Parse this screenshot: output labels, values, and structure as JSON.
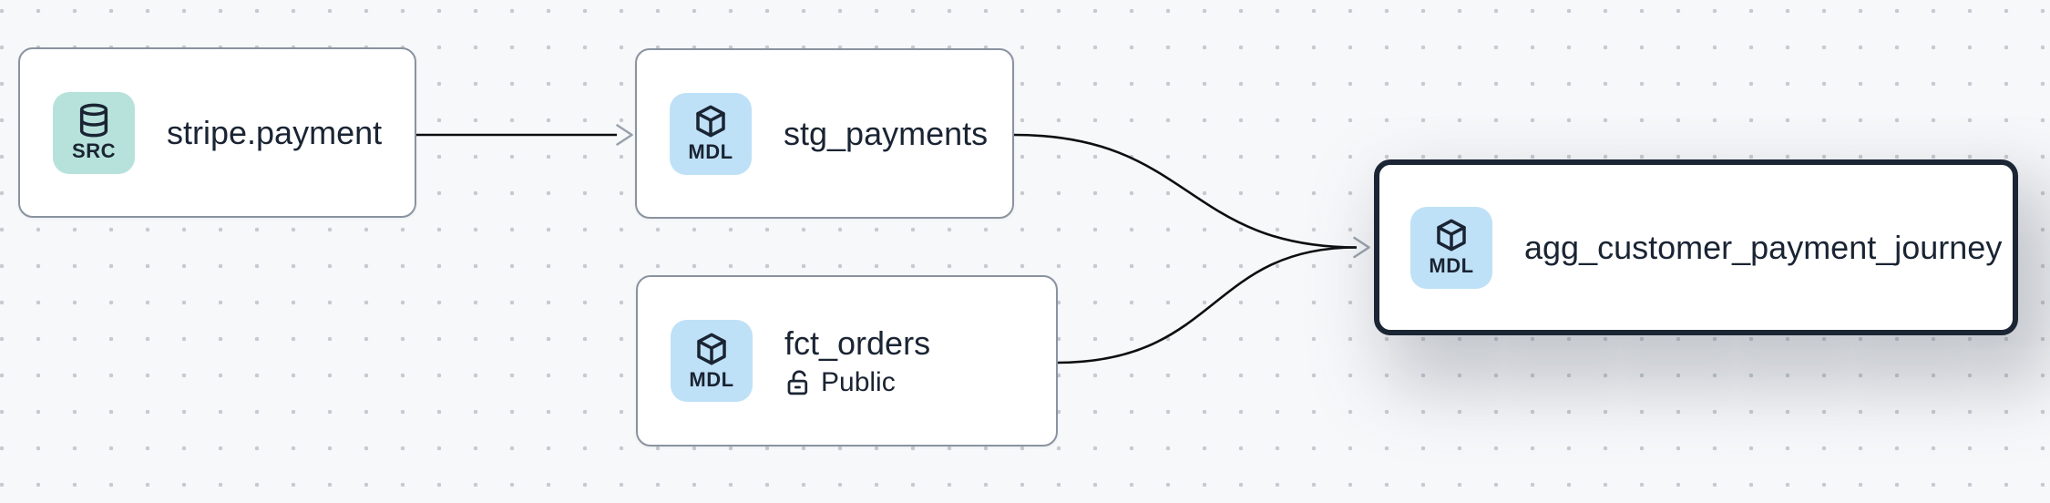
{
  "canvas": {
    "background_color": "#f7f8fa",
    "dot_grid_color": "#c7cad1",
    "edge_color": "#0c0e10",
    "arrowhead_color": "#98a1ab",
    "node_border_color": "#8a93a0",
    "selected_node_border_color": "#1b2533",
    "text_color": "#1a2433",
    "source_badge_color": "#b7e2db",
    "model_badge_color": "#bfe1f7"
  },
  "nodes": [
    {
      "title": "stripe.payment",
      "badge": {
        "label": "SRC",
        "icon": "database-icon",
        "color": "#b7e2db"
      },
      "selected": false
    },
    {
      "title": "stg_payments",
      "badge": {
        "label": "MDL",
        "icon": "cube-icon",
        "color": "#bfe1f7"
      },
      "selected": false
    },
    {
      "title": "fct_orders",
      "subtitle": "Public",
      "subtitle_icon": "unlock-icon",
      "badge": {
        "label": "MDL",
        "icon": "cube-icon",
        "color": "#bfe1f7"
      },
      "selected": false
    },
    {
      "title": "agg_customer_payment_journey",
      "badge": {
        "label": "MDL",
        "icon": "cube-icon",
        "color": "#bfe1f7"
      },
      "selected": true
    }
  ],
  "edges": [
    {
      "from": "stripe.payment",
      "to": "stg_payments"
    },
    {
      "from": "stg_payments",
      "to": "agg_customer_payment_journey"
    },
    {
      "from": "fct_orders",
      "to": "agg_customer_payment_journey"
    }
  ]
}
